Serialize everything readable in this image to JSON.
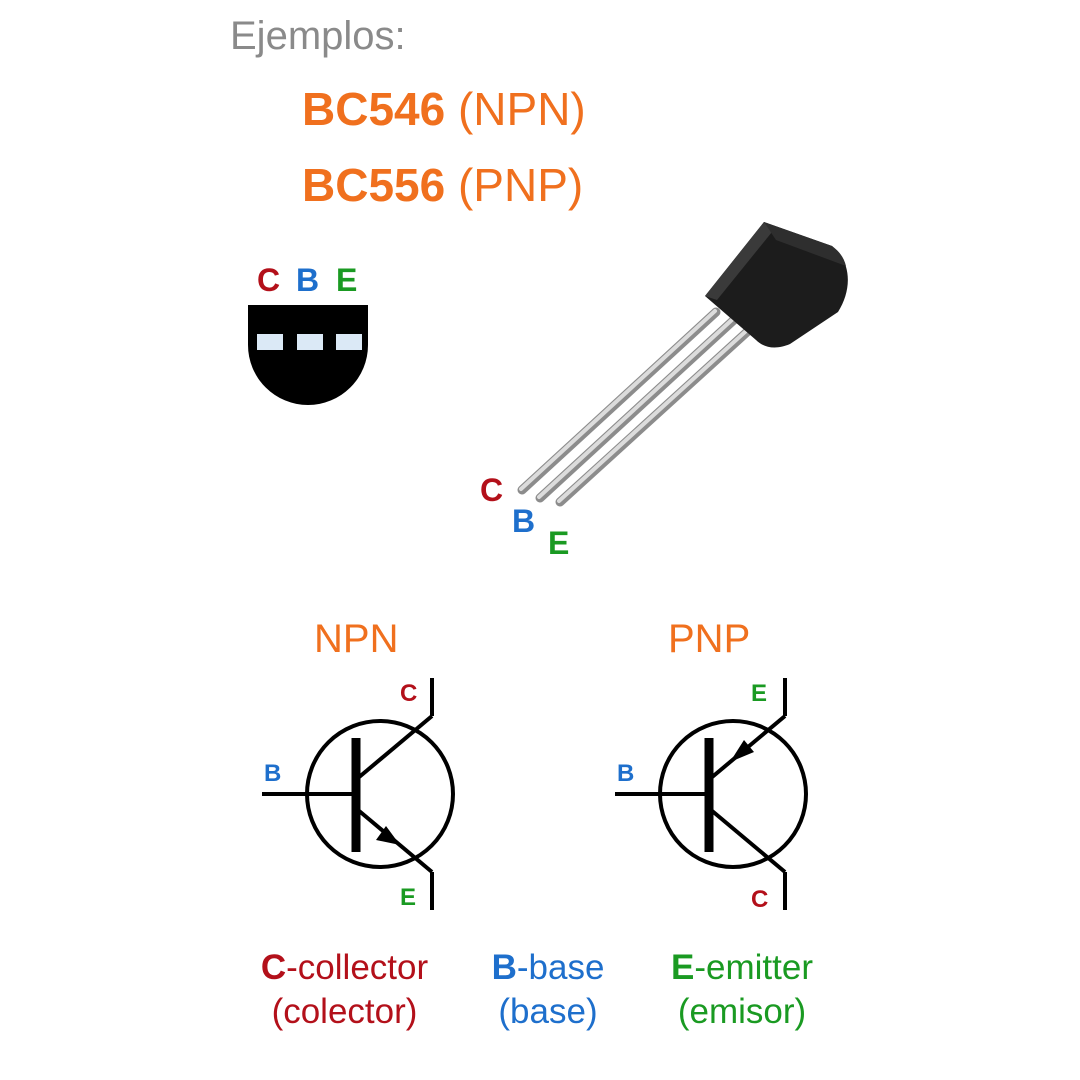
{
  "intro": "Ejemplos:",
  "parts": [
    {
      "number": "BC546",
      "type": "(NPN)"
    },
    {
      "number": "BC556",
      "type": "(PNP)"
    }
  ],
  "pins": {
    "c": "C",
    "b": "B",
    "e": "E"
  },
  "symbols": {
    "npn_title": "NPN",
    "pnp_title": "PNP"
  },
  "legend": {
    "c_letter": "C",
    "c_text": "-collector",
    "c_es": "(colector)",
    "b_letter": "B",
    "b_text": "-base",
    "b_es": "(base)",
    "e_letter": "E",
    "e_text": "-emitter",
    "e_es": "(emisor)"
  },
  "colors": {
    "collector": "#b3101a",
    "base": "#1e6fcc",
    "emitter": "#1a9a22",
    "accent": "#f0701e",
    "intro": "#8a8a8a"
  }
}
